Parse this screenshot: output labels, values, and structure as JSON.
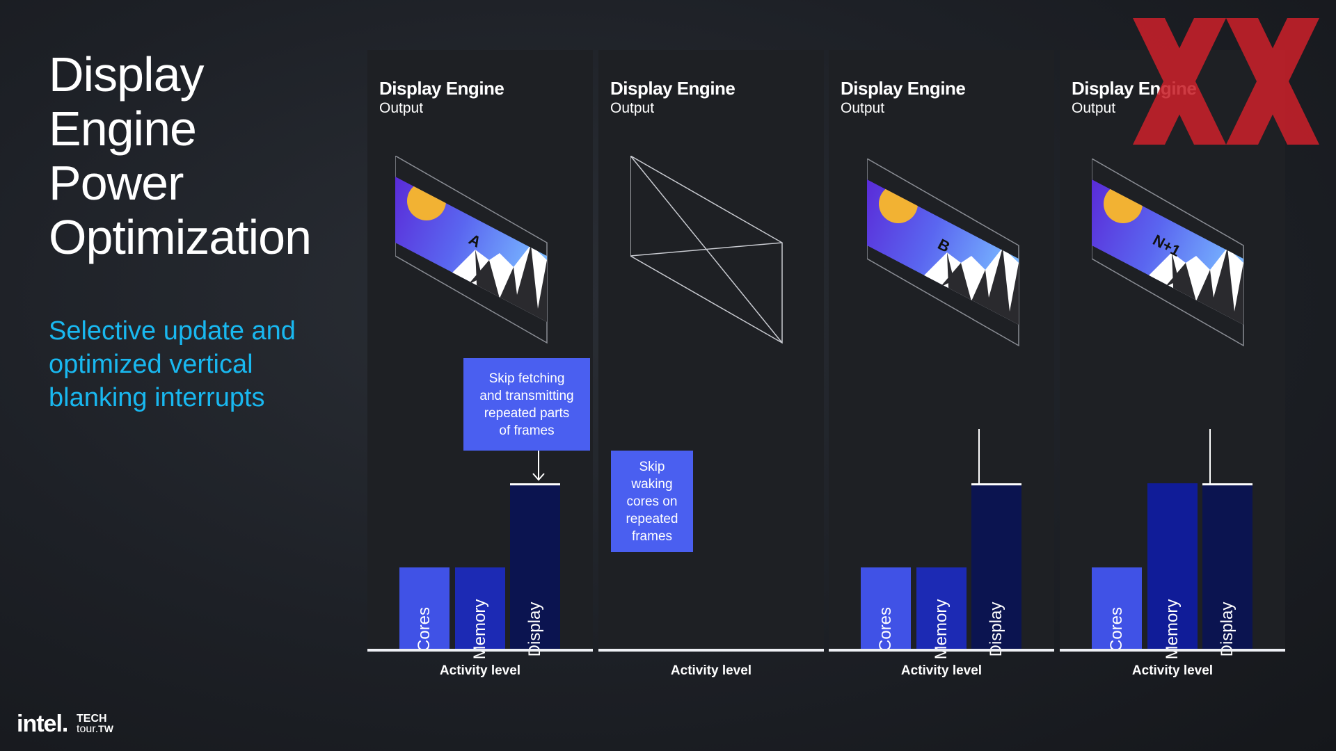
{
  "slide": {
    "title_lines": [
      "Display",
      "Engine",
      "Power",
      "Optimization"
    ],
    "subtitle_lines": [
      "Selective update and",
      "optimized vertical",
      "blanking interrupts"
    ]
  },
  "panels": [
    {
      "title": "Display Engine",
      "subtitle": "Output",
      "frame_label": "A",
      "axis_label": "Activity level",
      "bars": [
        {
          "label": "Cores",
          "level": 0.49
        },
        {
          "label": "Memory",
          "level": 0.49
        },
        {
          "label": "Display",
          "level": 1.0
        }
      ]
    },
    {
      "title": "Display Engine",
      "subtitle": "Output",
      "frame_label": "",
      "axis_label": "Activity level",
      "bars": []
    },
    {
      "title": "Display Engine",
      "subtitle": "Output",
      "frame_label": "B",
      "axis_label": "Activity level",
      "bars": [
        {
          "label": "Cores",
          "level": 0.49
        },
        {
          "label": "Memory",
          "level": 0.49
        },
        {
          "label": "Display",
          "level": 1.0
        }
      ]
    },
    {
      "title": "Display Engine",
      "subtitle": "Output",
      "frame_label": "N+1",
      "axis_label": "Activity level",
      "bars": [
        {
          "label": "Cores",
          "level": 0.49
        },
        {
          "label": "Memory",
          "level": 1.0
        },
        {
          "label": "Display",
          "level": 1.0
        }
      ]
    }
  ],
  "notes": {
    "skip_fetching": [
      "Skip fetching",
      "and transmitting",
      "repeated parts",
      "of frames"
    ],
    "skip_waking": [
      "Skip",
      "waking",
      "cores on",
      "repeated",
      "frames"
    ]
  },
  "branding": {
    "intel": "intel.",
    "tech_line": "TECH",
    "tour_line": "tour.",
    "tour_suffix": "TW"
  },
  "colors": {
    "cores": "#4052e6",
    "memory": "#1c2ab4",
    "memory_high": "#101c98",
    "display": "#0b1450",
    "note": "#4a5ff0",
    "accent": "#19b8f0",
    "watermark": "#c8202a"
  }
}
